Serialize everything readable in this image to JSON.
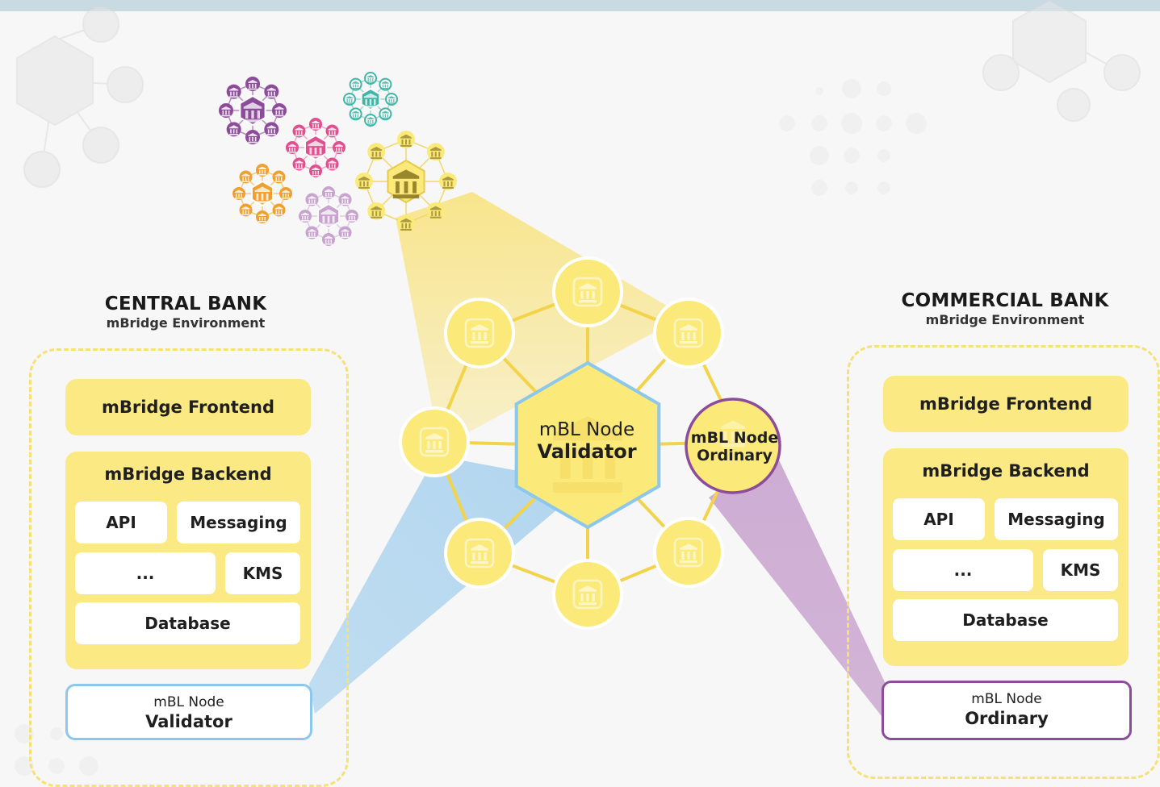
{
  "colors": {
    "yellow": "#fbe983",
    "node_yellow": "#fbe97a",
    "validator_blue": "#8cc7ec",
    "ordinary_purple": "#8d4c9a",
    "dash_yellow": "#f5e176"
  },
  "central_bank": {
    "title": "CENTRAL BANK",
    "subtitle": "mBridge Environment",
    "frontend": "mBridge Frontend",
    "backend_title": "mBridge Backend",
    "modules": {
      "api": "API",
      "messaging": "Messaging",
      "other": "...",
      "kms": "KMS",
      "database": "Database"
    },
    "node": {
      "line1": "mBL Node",
      "line2": "Validator"
    }
  },
  "commercial_bank": {
    "title": "COMMERCIAL BANK",
    "subtitle": "mBridge Environment",
    "frontend": "mBridge Frontend",
    "backend_title": "mBridge Backend",
    "modules": {
      "api": "API",
      "messaging": "Messaging",
      "other": "...",
      "kms": "KMS",
      "database": "Database"
    },
    "node": {
      "line1": "mBL Node",
      "line2": "Ordinary"
    }
  },
  "network": {
    "validator": {
      "line1": "mBL Node",
      "line2": "Validator"
    },
    "ordinary": {
      "line1": "mBL Node",
      "line2": "Ordinary"
    },
    "peer_icon": "bank-icon"
  }
}
